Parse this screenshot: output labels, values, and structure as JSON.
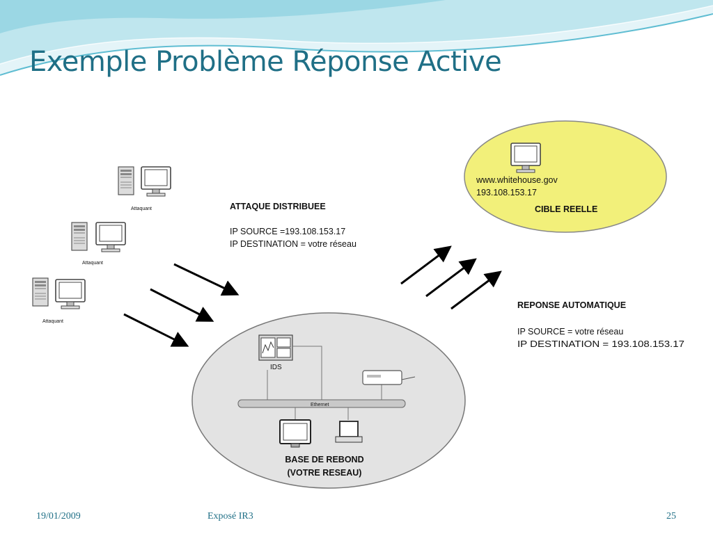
{
  "slide": {
    "title": "Exemple Problème Réponse Active",
    "footer_date": "19/01/2009",
    "footer_center": "Exposé IR3",
    "slide_number": "25"
  },
  "diagram": {
    "attackers": [
      {
        "label": "Attaquant"
      },
      {
        "label": "Attaquant"
      },
      {
        "label": "Attaquant"
      }
    ],
    "attack": {
      "title": "ATTAQUE DISTRIBUEE",
      "ip_source": "IP SOURCE =193.108.153.17",
      "ip_destination": "IP DESTINATION = votre réseau"
    },
    "target": {
      "url": "www.whitehouse.gov",
      "ip": "193.108.153.17",
      "label": "CIBLE REELLE",
      "fill_color": "#f2f07a"
    },
    "response": {
      "title": "REPONSE AUTOMATIQUE",
      "ip_source": "IP SOURCE = votre réseau",
      "ip_destination": "IP DESTINATION = 193.108.153.17"
    },
    "network": {
      "ids_label": "IDS",
      "bus_label": "Ethernet",
      "label_line1": "BASE DE REBOND",
      "label_line2": "(VOTRE RESEAU)",
      "fill_color": "#e3e3e3"
    }
  },
  "colors": {
    "title": "#1f6f86",
    "wave_light": "#bfe6ee",
    "wave_dark": "#5fbdd2"
  }
}
